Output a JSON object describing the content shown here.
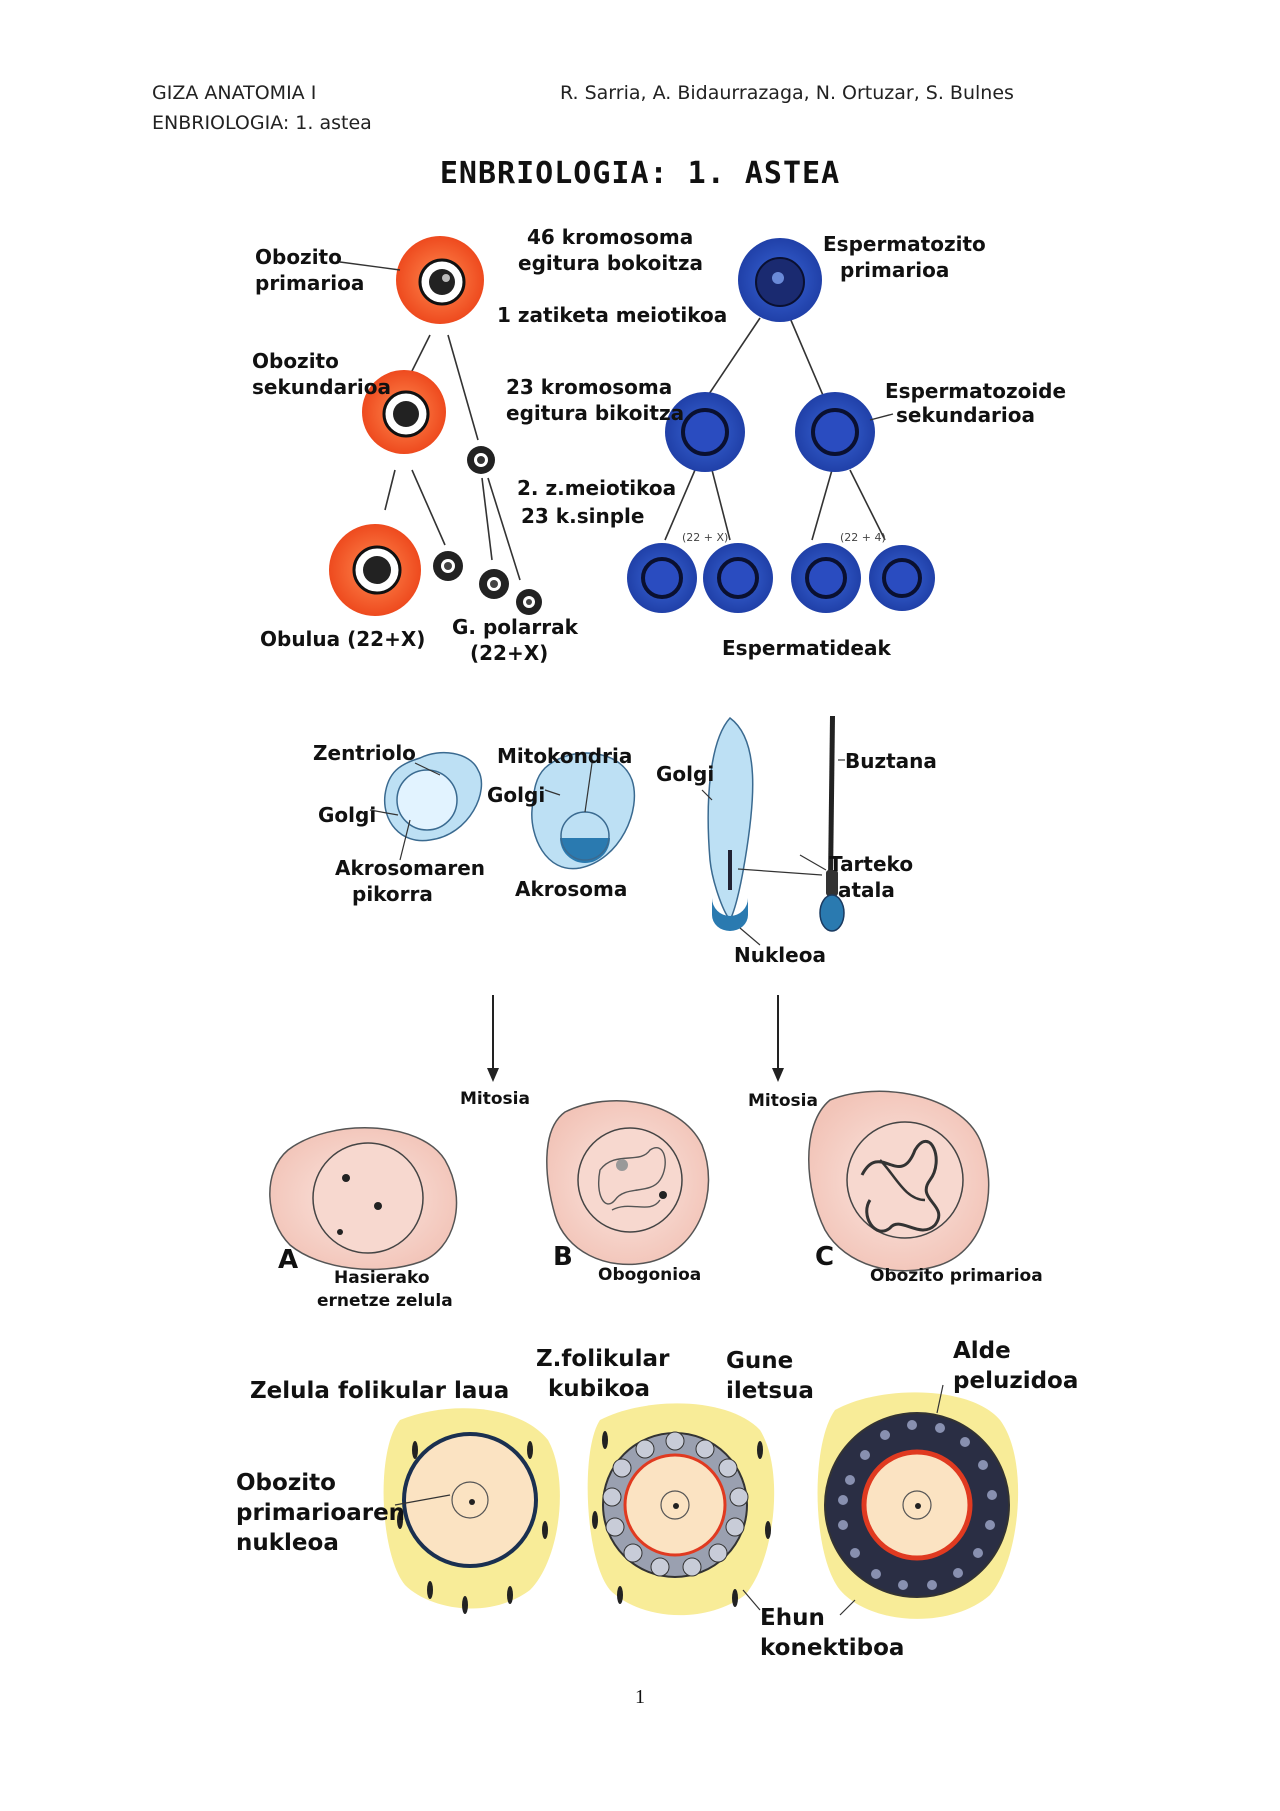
{
  "header": {
    "left_line1": "GIZA ANATOMIA I",
    "left_line2": "ENBRIOLOGIA: 1. astea",
    "right": "R. Sarria, A. Bidaurrazaga, N. Ortuzar, S. Bulnes"
  },
  "title": "ENBRIOLOGIA: 1. ASTEA",
  "fig1": {
    "oocyte_primary": [
      "Obozito",
      "primarioa"
    ],
    "chrom46": [
      "46 kromosoma",
      "egitura bokoitza"
    ],
    "meiosis1": "1 zatiketa meiotikoa",
    "oocyte_secondary": [
      "Obozito",
      "sekundarioa"
    ],
    "chrom23": [
      "23 kromosoma",
      "egitura bikoitza"
    ],
    "meiosis2": [
      "2. z.meiotikoa",
      "23 k.sinple"
    ],
    "ovule": "Obulua (22+X)",
    "polar_bodies": [
      "G. polarrak",
      "(22+X)"
    ],
    "spermatocyte_primary": [
      "Espermatozito",
      "primarioa"
    ],
    "spermatozoid_secondary": [
      "Espermatozoide",
      "sekundarioa"
    ],
    "karyotype_x": "(22 + X)",
    "karyotype_4": "(22 + 4)",
    "spermatids": "Espermatideak",
    "colors": {
      "oocyte": "#f0542a",
      "sperm": "#2848b8"
    }
  },
  "fig2": {
    "centriole": "Zentriolo",
    "golgi1": "Golgi",
    "acrosome_granule": [
      "Akrosomaren",
      "pikorra"
    ],
    "mitochondria": "Mitokondria",
    "golgi2": "Golgi",
    "acrosome": "Akrosoma",
    "golgi3": "Golgi",
    "tail": "Buztana",
    "middle_piece": [
      "Tarteko",
      "atala"
    ],
    "nucleus": "Nukleoa"
  },
  "fig3": {
    "mitosis1": "Mitosia",
    "mitosis2": "Mitosia",
    "letter_a": "A",
    "letter_b": "B",
    "letter_c": "C",
    "cell_a": [
      "Hasierako",
      "ernetze zelula"
    ],
    "cell_b": "Obogonioa",
    "cell_c": "Obozito primarioa"
  },
  "fig4": {
    "flat_follicular": "Zelula folikular laua",
    "cubic_follicular": [
      "Z.folikular",
      "kubikoa"
    ],
    "hairy_zone": [
      "Gune",
      "iletsua"
    ],
    "zona_pellucida": [
      "Alde",
      "peluzidoa"
    ],
    "oocyte_nucleus": [
      "Obozito",
      "primarioaren",
      "nukleoa"
    ],
    "connective": [
      "Ehun",
      "konektiboa"
    ]
  }
}
